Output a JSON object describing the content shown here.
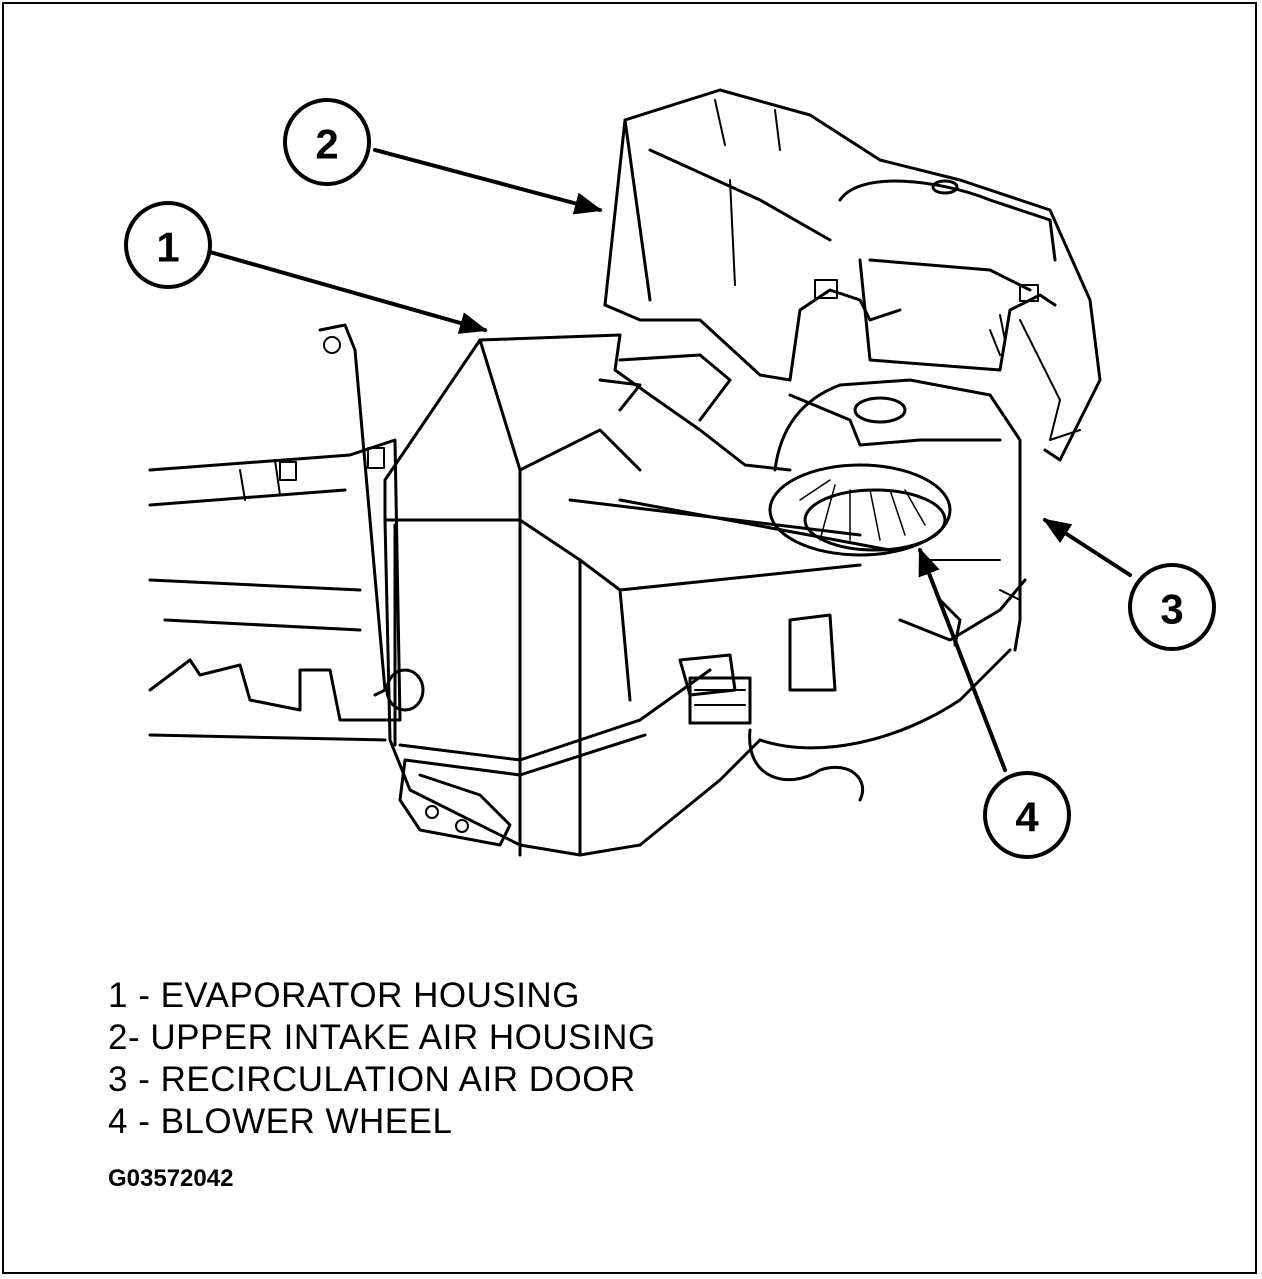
{
  "callouts": [
    {
      "num": "1",
      "label": "1 - EVAPORATOR HOUSING"
    },
    {
      "num": "2",
      "label": "2- UPPER INTAKE AIR HOUSING"
    },
    {
      "num": "3",
      "label": "3 - RECIRCULATION AIR DOOR"
    },
    {
      "num": "4",
      "label": "4 - BLOWER WHEEL"
    }
  ],
  "figure_id": "G03572042",
  "colors": {
    "ink": "#000000",
    "paper": "#ffffff"
  }
}
